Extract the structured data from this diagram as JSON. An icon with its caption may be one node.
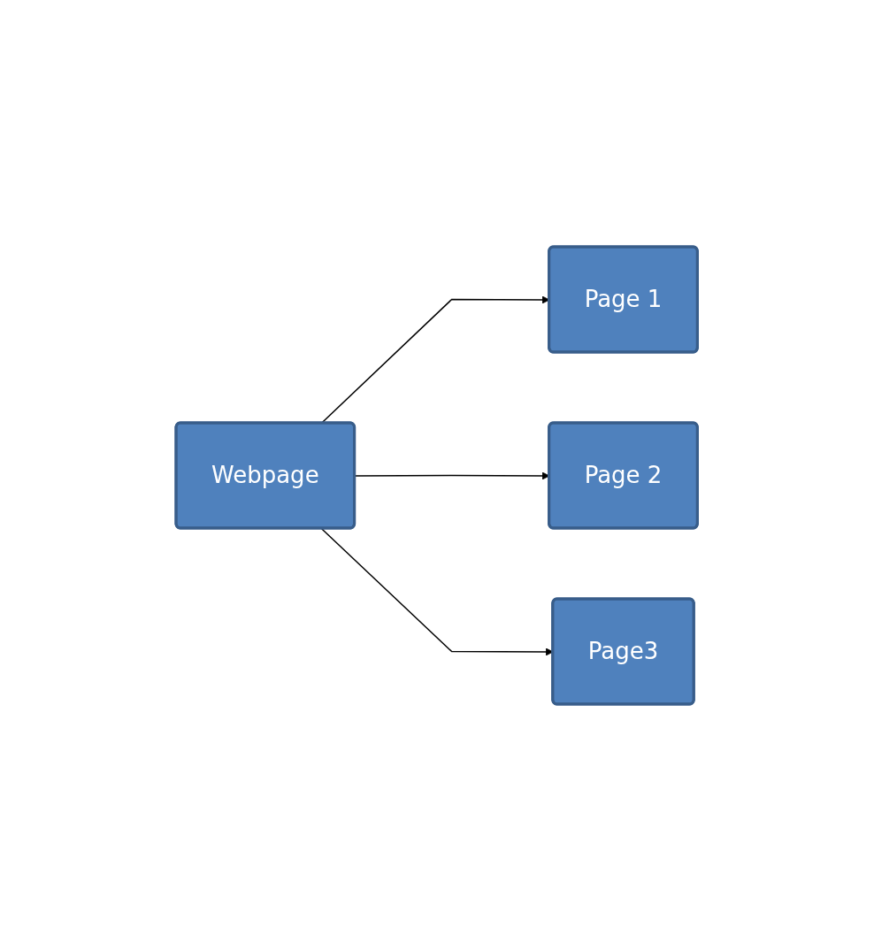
{
  "diagram": {
    "nodes": [
      {
        "text": [
          "Webpage"
        ]
      },
      {
        "text": [
          "Page 1"
        ]
      },
      {
        "text": [
          "Page 2"
        ]
      },
      {
        "text": [
          "Page3"
        ]
      }
    ],
    "edges": [
      {
        "from": 0,
        "to": 1,
        "arrow": "to"
      },
      {
        "from": 0,
        "to": 2,
        "arrow": "to"
      },
      {
        "from": 0,
        "to": 3,
        "arrow": "to"
      }
    ]
  }
}
